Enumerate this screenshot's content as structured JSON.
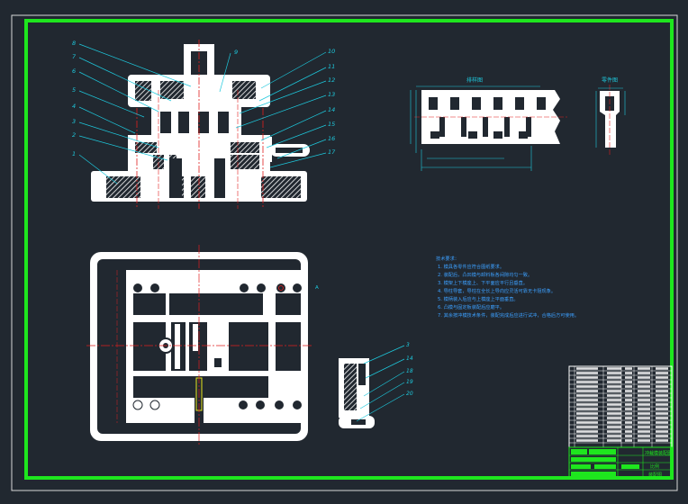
{
  "drawing": {
    "colors": {
      "background": "#212830",
      "frame_outer": "#d8d8d8",
      "frame_inner": "#1ee61e",
      "part": "#ffffff",
      "leader": "#1ec8dc",
      "center_line": "#e01e1e",
      "dimension": "#1ec8dc",
      "notes_text": "#3ca0ff",
      "title_block": "#1ee61e",
      "highlight": "#e6e61e"
    },
    "callouts_left": [
      "8",
      "7",
      "6",
      "5",
      "4",
      "3",
      "2",
      "1"
    ],
    "callouts_right": [
      "10",
      "11",
      "12",
      "13",
      "14",
      "15",
      "16",
      "17"
    ],
    "callout_top": "9",
    "section_callouts": [
      "3",
      "14",
      "18",
      "19",
      "20"
    ],
    "strip_layout_title": "排样图",
    "part_view_title": "零件图",
    "plan_view_tag": "A",
    "notes": {
      "heading": "技术要求：",
      "lines": [
        "1. 模具各零件应符合图纸要求。",
        "2. 装配后，凸凹模与卸料板各间隙均匀一致。",
        "3. 模架上下模座上、下平面应平行且垂直。",
        "4. 导柱导套，导柱在全长上导向应灵活可靠无卡阻现象。",
        "5. 模柄装入后应与上模座上平面垂直。",
        "6. 凸模与固定板装配后应磨平。",
        "7. 其余按冲模技术条件，装配完成后应进行试冲，合格后方可使用。"
      ]
    },
    "title_block": {
      "drawing_title": "冲裁模装配图",
      "scale_label": "比例",
      "sheet_label": "装配图"
    }
  }
}
